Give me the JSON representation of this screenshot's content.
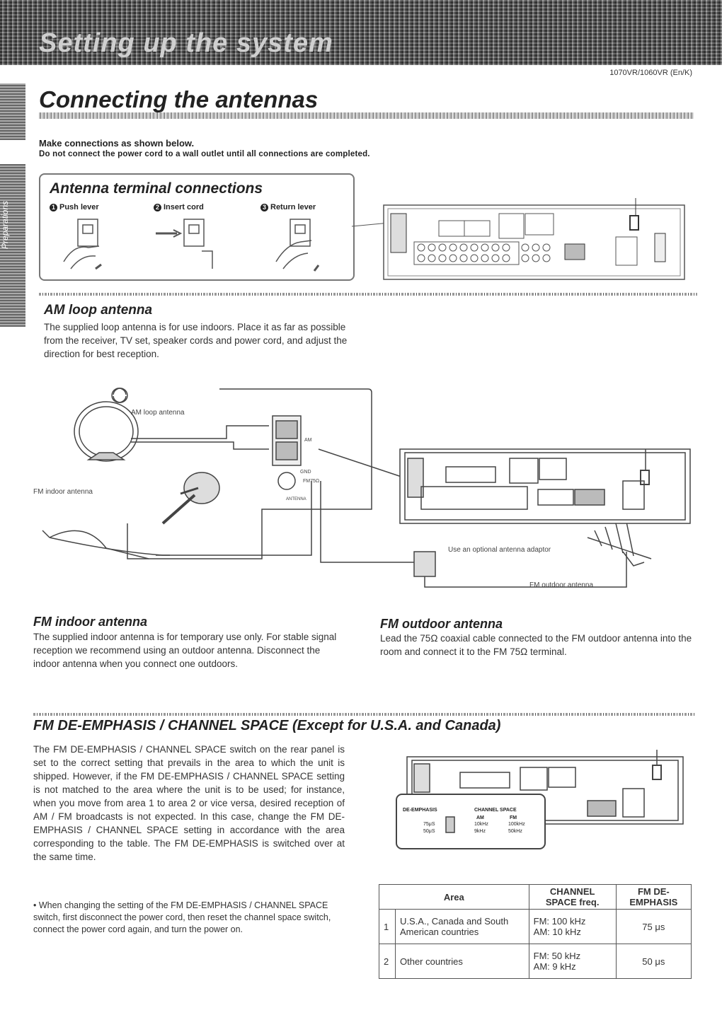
{
  "header": {
    "banner_title": "Setting up the system",
    "side_label": "Preparations",
    "model": "1070VR/1060VR (En/K)"
  },
  "page_title": "Connecting the antennas",
  "intro": {
    "line1": "Make connections as shown below.",
    "line2": "Do not connect the power cord to a wall outlet until all connections are completed."
  },
  "terminal": {
    "title": "Antenna terminal connections",
    "steps": [
      {
        "num": "1",
        "label": "Push lever"
      },
      {
        "num": "2",
        "label": "Insert cord"
      },
      {
        "num": "3",
        "label": "Return lever"
      }
    ]
  },
  "am": {
    "title": "AM loop antenna",
    "text": "The supplied loop antenna is for use indoors. Place it as far as possible from the receiver, TV set, speaker cords and power cord, and adjust the direction for best reception."
  },
  "diagram": {
    "am_loop_label": "AM loop antenna",
    "fm_indoor_label": "FM indoor antenna",
    "am_label": "AM",
    "gnd_label": "GND",
    "fm75_label": "FM75Ω",
    "antenna_label": "ANTENNA",
    "adaptor_label": "Use an optional antenna adaptor",
    "fm_outdoor_label": "FM outdoor antenna"
  },
  "fm_indoor": {
    "title": "FM indoor antenna",
    "text": "The supplied indoor antenna is for temporary use only. For stable signal reception we recommend using an outdoor antenna. Disconnect the indoor antenna when you connect one outdoors."
  },
  "fm_outdoor": {
    "title": "FM outdoor antenna",
    "text": "Lead the 75Ω coaxial cable connected to the FM outdoor antenna into the room and connect it to the FM 75Ω terminal."
  },
  "deemph": {
    "title": "FM DE-EMPHASIS / CHANNEL SPACE (Except for U.S.A. and Canada)",
    "text": "The FM DE-EMPHASIS / CHANNEL SPACE switch on the rear panel is set to the correct setting that prevails in the area to which the unit is shipped. However, if the FM DE-EMPHASIS / CHANNEL SPACE setting is not matched to the area where the unit is to be used; for instance, when you move from area 1 to area 2 or vice versa, desired reception of AM / FM broadcasts is not expected. In this case, change the FM DE-EMPHASIS / CHANNEL SPACE setting in accordance with the area corresponding to the table. The FM DE-EMPHASIS is switched over at the same time.",
    "note": "• When changing the setting of the FM DE-EMPHASIS / CHANNEL SPACE switch, first disconnect the power cord, then reset the channel space switch, connect the power cord again, and turn the power on.",
    "switch": {
      "de_label": "DE-EMPHASIS",
      "cs_label": "CHANNEL SPACE",
      "am": "AM",
      "fm": "FM",
      "r1a": "75μS",
      "r1b": "10kHz",
      "r1c": "100kHz",
      "r2a": "50μS",
      "r2b": "9kHz",
      "r2c": "50kHz"
    }
  },
  "table": {
    "headers": [
      "Area",
      "CHANNEL SPACE freq.",
      "FM DE-EMPHASIS"
    ],
    "rows": [
      {
        "num": "1",
        "area": "U.S.A., Canada and South American countries",
        "fm": "FM:    100 kHz",
        "am": "AM:      10 kHz",
        "de": "75 μs"
      },
      {
        "num": "2",
        "area": "Other countries",
        "fm": "FM:      50 kHz",
        "am": "AM:        9 kHz",
        "de": "50 μs"
      }
    ]
  }
}
